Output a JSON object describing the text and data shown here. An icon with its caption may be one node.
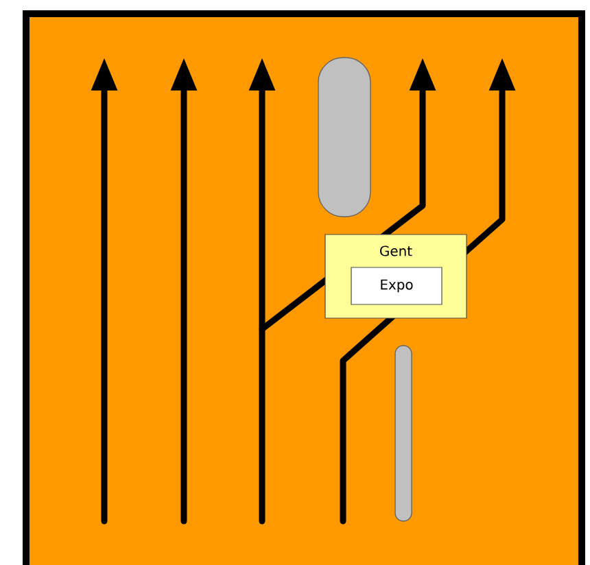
{
  "diagram": {
    "nodes": [
      {
        "text": [
          "Gent"
        ]
      },
      {
        "text": [
          "Expo"
        ],
        "in": 0
      }
    ]
  }
}
